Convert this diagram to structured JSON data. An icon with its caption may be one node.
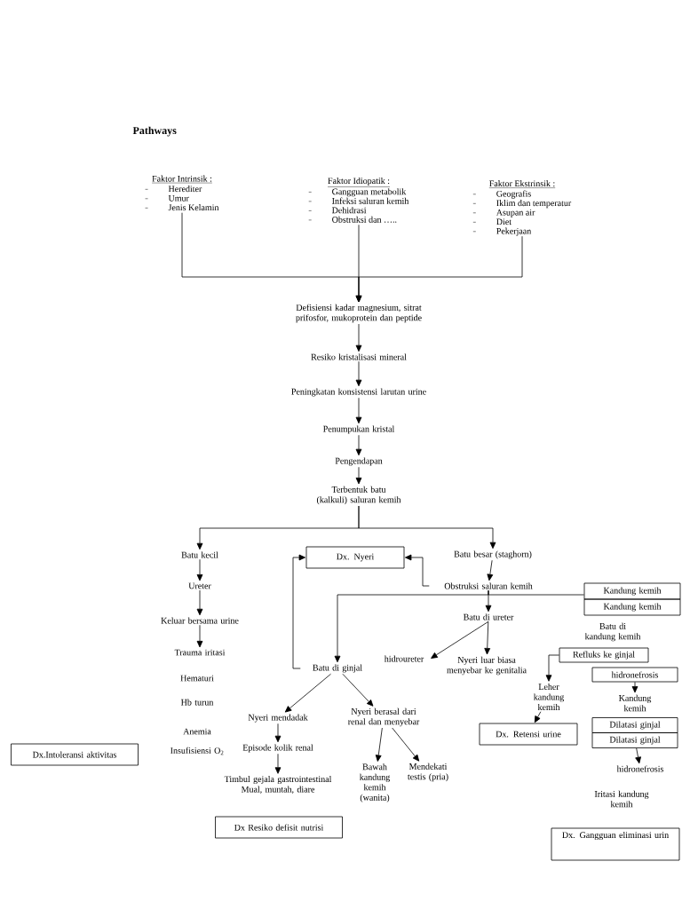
{
  "diagram": {
    "title": "Pathways",
    "nodes": [
      {
        "text": [
          "Faktor Intrinsik :",
          "Herediter",
          "Umur",
          "Jenis Kelamin"
        ]
      },
      {
        "text": [
          "Faktor Idiopatik :",
          "Gangguan metabolik",
          "Infeksi saluran kemih",
          "Dehidrasi",
          "Obstruksi dan ….."
        ]
      },
      {
        "text": [
          "Faktor Ekstrinsik :",
          "Geografis",
          "Iklim dan temperatur",
          "Asupan air",
          "Diet",
          "Pekerjaan"
        ]
      },
      {
        "text": [
          "Defisiensi kadar magnesium, sitrat prifosfor, mukoprotein dan peptide"
        ]
      },
      {
        "text": [
          "Resiko kristalisasi mineral"
        ]
      },
      {
        "text": [
          "Peningkatan konsistensi larutan urine"
        ]
      },
      {
        "text": [
          "Penumpukan kristal"
        ]
      },
      {
        "text": [
          "Pengendapan"
        ]
      },
      {
        "text": [
          "Terbentuk batu (kalkuli) saluran kemih"
        ]
      },
      {
        "text": [
          "Batu kecil"
        ]
      },
      {
        "text": [
          "Dx. Nyeri"
        ]
      },
      {
        "text": [
          "Batu besar (staghorn)"
        ]
      },
      {
        "text": [
          "Ureter"
        ]
      },
      {
        "text": [
          "Obstruksi saluran kemih"
        ]
      },
      {
        "text": [
          "Kandung kemih"
        ]
      },
      {
        "text": [
          "Kandung kemih"
        ]
      },
      {
        "text": [
          "Keluar bersama urine"
        ]
      },
      {
        "text": [
          "Batu di ureter"
        ]
      },
      {
        "text": [
          "Batu di kandung kemih"
        ]
      },
      {
        "text": [
          "Refluks ke ginjal"
        ]
      },
      {
        "text": [
          "hidronefrosis"
        ]
      },
      {
        "text": [
          "Trauma iritasi"
        ]
      },
      {
        "text": [
          "hidroureter"
        ]
      },
      {
        "text": [
          "Nyeri luar biasa menyebar ke genitalia"
        ]
      },
      {
        "text": [
          "Batu di ginjal"
        ]
      },
      {
        "text": [
          "Leher kandung kemih"
        ]
      },
      {
        "text": [
          "Kandung kemih"
        ]
      },
      {
        "text": [
          "Hematuri"
        ]
      },
      {
        "text": [
          "Hb turun"
        ]
      },
      {
        "text": [
          "Dilatasi ginjal"
        ]
      },
      {
        "text": [
          "Dilatasi ginjal"
        ]
      },
      {
        "text": [
          "Nyeri mendadak"
        ]
      },
      {
        "text": [
          "Nyeri berasal dari renal dan menyebar"
        ]
      },
      {
        "text": [
          "Anemia"
        ]
      },
      {
        "text": [
          "Dx. Retensi urine"
        ]
      },
      {
        "text": [
          "Dx.Intoleransi aktivitas"
        ]
      },
      {
        "text": [
          "Insufisiensi O$_{2}$"
        ]
      },
      {
        "text": [
          "Episode kolik renal"
        ]
      },
      {
        "text": [
          "hidronefrosis"
        ]
      },
      {
        "text": [
          "Bawah kandung kemih (wanita)"
        ]
      },
      {
        "text": [
          "Mendekati testis (pria)"
        ]
      },
      {
        "text": [
          "Timbul gejala gastrointestinal Mual, muntah, diare"
        ]
      },
      {
        "text": [
          "Iritasi kandung kemih"
        ]
      },
      {
        "text": [
          "Dx Resiko defisit nutrisi"
        ]
      },
      {
        "text": [
          "Dx. Gangguan eliminasi urin"
        ]
      }
    ],
    "edges": [
      {
        "from": 0,
        "to": 3,
        "arrow": "to"
      },
      {
        "from": 1,
        "to": 3,
        "arrow": "to"
      },
      {
        "from": 2,
        "to": 3,
        "arrow": "to"
      },
      {
        "from": 3,
        "to": 4,
        "arrow": "to"
      },
      {
        "from": 4,
        "to": 5,
        "arrow": "to"
      },
      {
        "from": 5,
        "to": 6,
        "arrow": "to"
      },
      {
        "from": 6,
        "to": 7,
        "arrow": "to"
      },
      {
        "from": 7,
        "to": 8,
        "arrow": "to"
      },
      {
        "from": 8,
        "to": 9,
        "arrow": "to"
      },
      {
        "from": 8,
        "to": 11,
        "arrow": "to"
      },
      {
        "from": 9,
        "to": 12,
        "arrow": "to"
      },
      {
        "from": 12,
        "to": 16,
        "arrow": "to"
      },
      {
        "from": 16,
        "to": 21,
        "arrow": "to"
      },
      {
        "from": 11,
        "to": 13,
        "arrow": "to"
      },
      {
        "from": 13,
        "to": 10,
        "arrow": "to"
      },
      {
        "from": 13,
        "to": 17,
        "arrow": "to"
      },
      {
        "from": 13,
        "to": 24,
        "arrow": "to"
      },
      {
        "from": 13,
        "to": 14,
        "arrow": "none"
      },
      {
        "from": 17,
        "to": 22,
        "arrow": "to"
      },
      {
        "from": 17,
        "to": 23,
        "arrow": "to"
      },
      {
        "from": 24,
        "to": 10,
        "arrow": "to"
      },
      {
        "from": 24,
        "to": 31,
        "arrow": "to"
      },
      {
        "from": 24,
        "to": 32,
        "arrow": "to"
      },
      {
        "from": 31,
        "to": 37,
        "arrow": "to"
      },
      {
        "from": 37,
        "to": 41,
        "arrow": "to"
      },
      {
        "from": 32,
        "to": 39,
        "arrow": "to"
      },
      {
        "from": 32,
        "to": 40,
        "arrow": "to"
      },
      {
        "from": 19,
        "to": 25,
        "arrow": "to"
      },
      {
        "from": 20,
        "to": 26,
        "arrow": "to"
      },
      {
        "from": 25,
        "to": 34,
        "arrow": "to"
      },
      {
        "from": 30,
        "to": 38,
        "arrow": "to"
      }
    ]
  }
}
